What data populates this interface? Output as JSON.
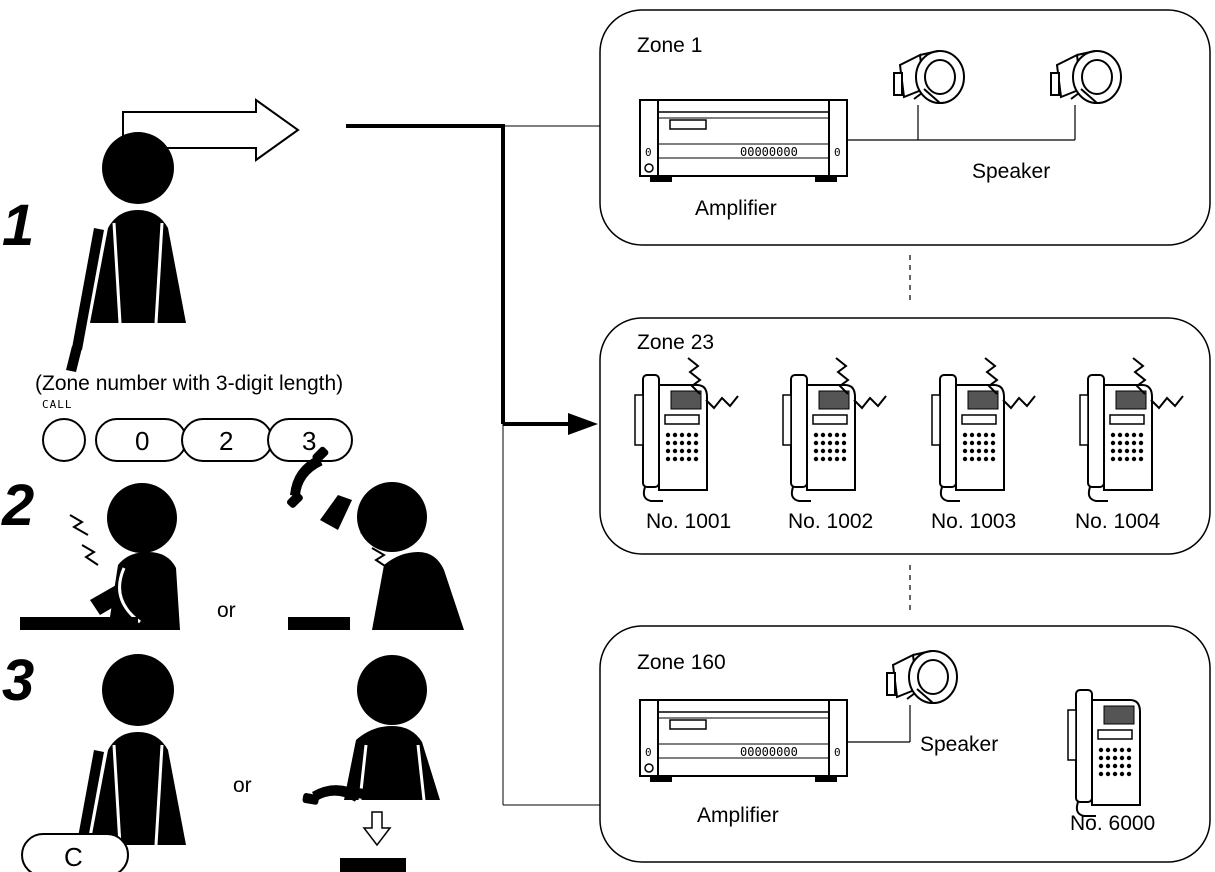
{
  "steps": [
    "1",
    "2",
    "3"
  ],
  "step1_caption": "(Zone number with 3-digit length)",
  "call_label": "CALL",
  "keys": [
    "0",
    "2",
    "3"
  ],
  "or_label": "or",
  "clear_key": "C",
  "zones": [
    {
      "title": "Zone 1",
      "amplifier": "Amplifier",
      "speaker": "Speaker"
    },
    {
      "title": "Zone 23",
      "stations": [
        "No. 1001",
        "No. 1002",
        "No. 1003",
        "No. 1004"
      ]
    },
    {
      "title": "Zone 160",
      "amplifier": "Amplifier",
      "speaker": "Speaker",
      "station": "No. 6000"
    }
  ]
}
